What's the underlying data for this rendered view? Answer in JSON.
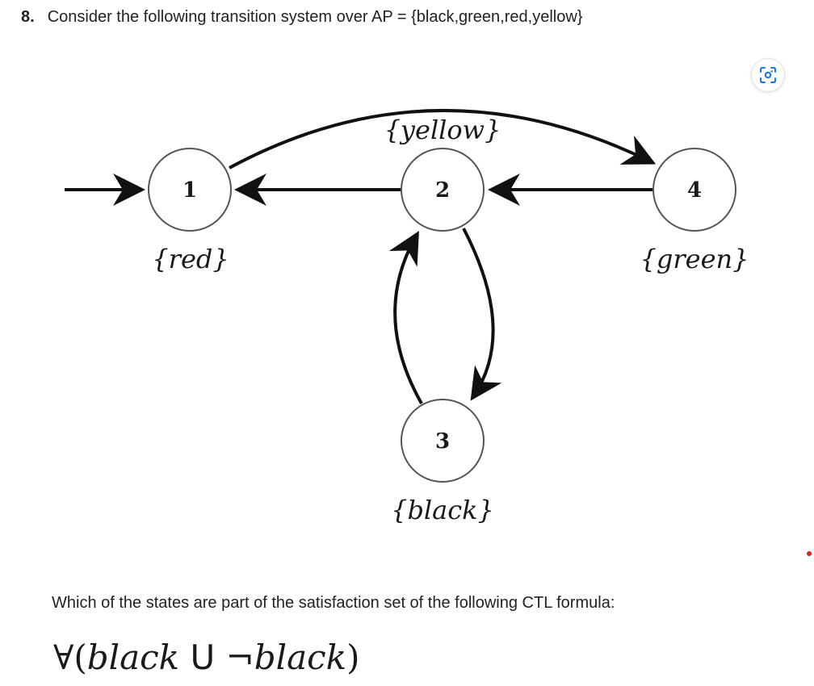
{
  "question": {
    "number": "8.",
    "text": "Consider the following transition system over AP = {black,green,red,yellow}"
  },
  "diagram": {
    "states": [
      {
        "id": "1",
        "label": "{red}",
        "initial": true
      },
      {
        "id": "2",
        "label": "{yellow}",
        "initial": false
      },
      {
        "id": "3",
        "label": "{black}",
        "initial": false
      },
      {
        "id": "4",
        "label": "{green}",
        "initial": false
      }
    ],
    "transitions": [
      {
        "from": "1",
        "to": "4"
      },
      {
        "from": "2",
        "to": "1"
      },
      {
        "from": "4",
        "to": "2"
      },
      {
        "from": "2",
        "to": "3"
      },
      {
        "from": "3",
        "to": "2"
      }
    ]
  },
  "prompt": "Which of the states are part of the satisfaction set of the following CTL formula:",
  "formula": {
    "quantifier": "∀",
    "open": "(",
    "left": "black",
    "until": "U",
    "neg": "¬",
    "right": "black",
    "close": ")"
  },
  "toolbar": {
    "lens_icon": "visual-search-icon"
  },
  "colors": {
    "text": "#222222",
    "stroke": "#111111",
    "circle_stroke": "#555555",
    "dot": "#e02020"
  }
}
